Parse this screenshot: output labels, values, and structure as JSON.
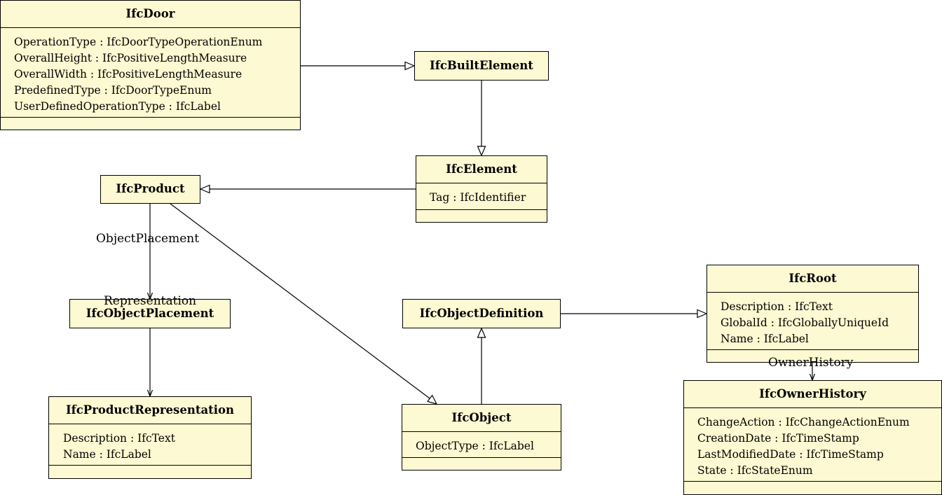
{
  "classes": {
    "door": {
      "name": "IfcDoor",
      "attributes": [
        "OperationType : IfcDoorTypeOperationEnum",
        "OverallHeight : IfcPositiveLengthMeasure",
        "OverallWidth : IfcPositiveLengthMeasure",
        "PredefinedType : IfcDoorTypeEnum",
        "UserDefinedOperationType : IfcLabel"
      ]
    },
    "built_element": {
      "name": "IfcBuiltElement"
    },
    "element": {
      "name": "IfcElement",
      "attributes": [
        "Tag : IfcIdentifier"
      ]
    },
    "product": {
      "name": "IfcProduct"
    },
    "object_placement": {
      "name": "IfcObjectPlacement"
    },
    "product_representation": {
      "name": "IfcProductRepresentation",
      "attributes": [
        "Description : IfcText",
        "Name : IfcLabel"
      ]
    },
    "object_definition": {
      "name": "IfcObjectDefinition"
    },
    "object": {
      "name": "IfcObject",
      "attributes": [
        "ObjectType : IfcLabel"
      ]
    },
    "root": {
      "name": "IfcRoot",
      "attributes": [
        "Description : IfcText",
        "GlobalId : IfcGloballyUniqueId",
        "Name : IfcLabel"
      ]
    },
    "owner_history": {
      "name": "IfcOwnerHistory",
      "attributes": [
        "ChangeAction : IfcChangeActionEnum",
        "CreationDate : IfcTimeStamp",
        "LastModifiedDate : IfcTimeStamp",
        "State : IfcStateEnum"
      ]
    }
  },
  "edge_labels": {
    "object_placement": "ObjectPlacement",
    "representation": "Representation",
    "owner_history": "OwnerHistory"
  }
}
